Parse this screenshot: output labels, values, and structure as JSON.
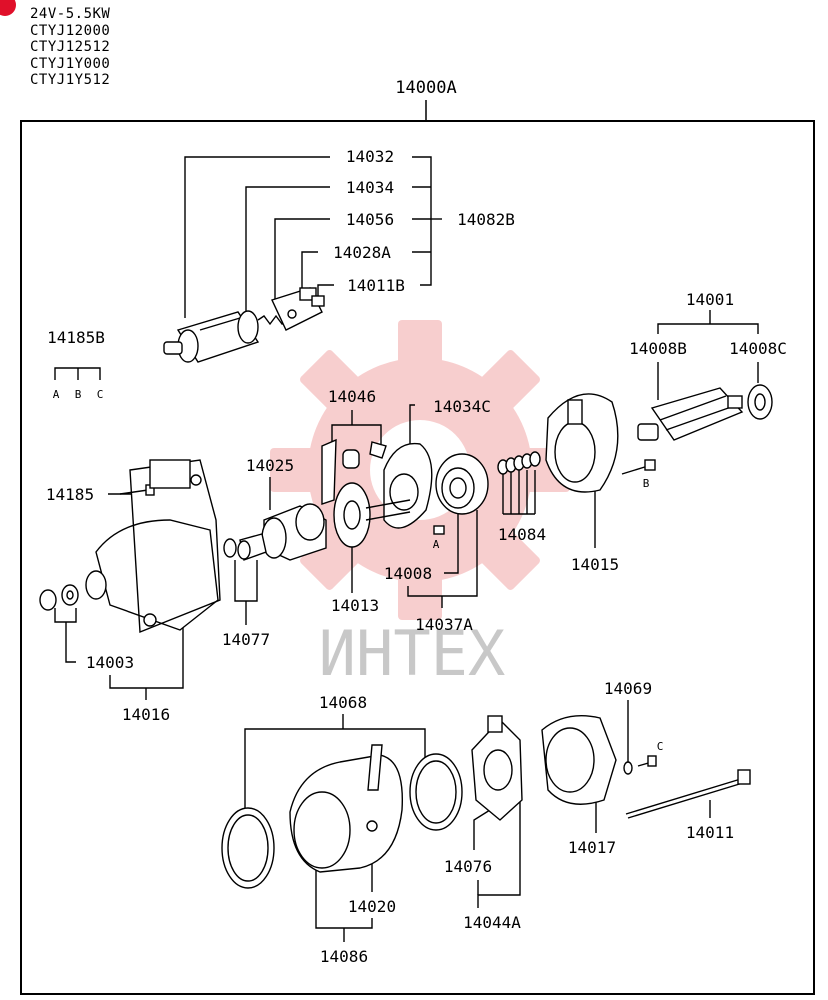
{
  "spec_lines": [
    "24V-5.5KW",
    "CTYJ12000",
    "CTYJ12512",
    "CTYJ1Y000",
    "CTYJ1Y512"
  ],
  "assembly_label": "14000A",
  "watermark_text": "ИНТЕХ",
  "colors": {
    "line": "#000000",
    "watermark_gear": "#f2a7a7",
    "watermark_text": "#c8c8c8",
    "badge": "#e0102a"
  },
  "labels": {
    "p14032": "14032",
    "p14034": "14034",
    "p14056": "14056",
    "p14082B": "14082B",
    "p14028A": "14028A",
    "p14011B": "14011B",
    "p14001": "14001",
    "p14008B": "14008B",
    "p14008C": "14008C",
    "p14185B": "14185B",
    "abc_a": "A",
    "abc_b": "B",
    "abc_c": "C",
    "p14046": "14046",
    "p14034C": "14034C",
    "p14025": "14025",
    "p14185": "14185",
    "bolt_b": "B",
    "bolt_a": "A",
    "p14084": "14084",
    "p14008": "14008",
    "p14015": "14015",
    "p14013": "14013",
    "p14037A": "14037A",
    "p14077": "14077",
    "p14003": "14003",
    "p14016": "14016",
    "p14068": "14068",
    "p14069": "14069",
    "bolt_c": "C",
    "p14011": "14011",
    "p14017": "14017",
    "p14076": "14076",
    "p14020": "14020",
    "p14044A": "14044A",
    "p14086": "14086"
  }
}
